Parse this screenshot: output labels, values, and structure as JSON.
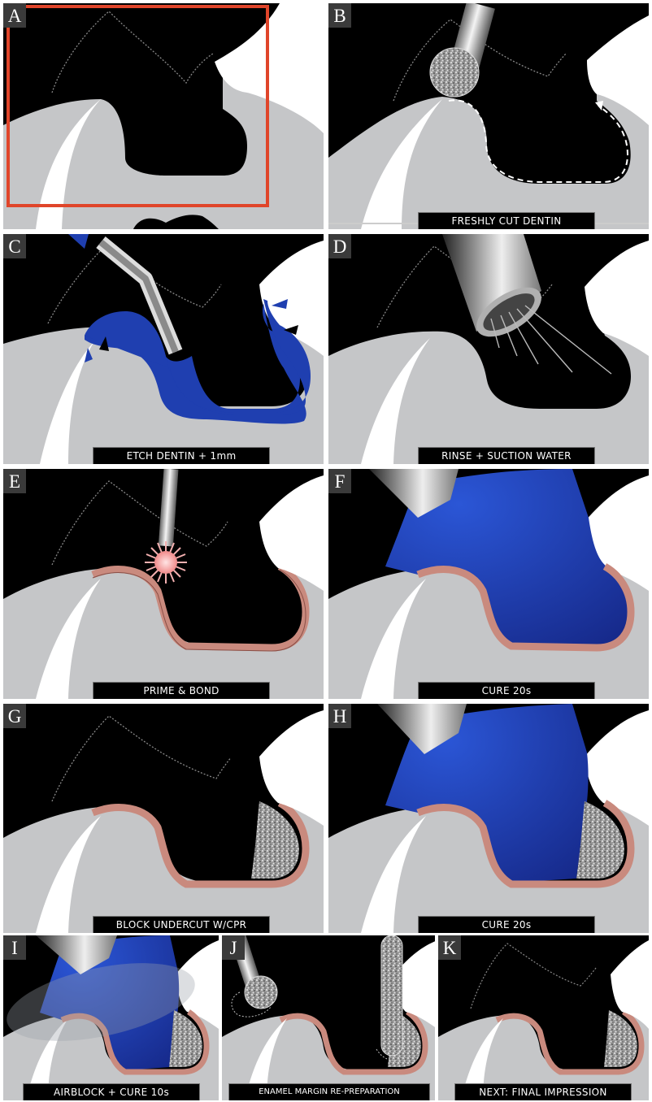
{
  "colors": {
    "tooth_gray": "#c5c6c8",
    "enamel_white": "#ffffff",
    "cavity_black": "#000000",
    "composite_blue": "#1f3fb0",
    "bond_pink": "#c98a7e",
    "highlight_red": "#e0452a"
  },
  "panels": [
    {
      "letter": "A",
      "caption": ""
    },
    {
      "letter": "B",
      "caption": "FRESHLY CUT DENTIN"
    },
    {
      "letter": "C",
      "caption": "ETCH DENTIN + 1mm"
    },
    {
      "letter": "D",
      "caption": "RINSE + SUCTION WATER"
    },
    {
      "letter": "E",
      "caption": "PRIME & BOND"
    },
    {
      "letter": "F",
      "caption": "CURE 20s"
    },
    {
      "letter": "G",
      "caption": "BLOCK UNDERCUT W/CPR"
    },
    {
      "letter": "H",
      "caption": "CURE 20s"
    },
    {
      "letter": "I",
      "caption": "AIRBLOCK + CURE 10s"
    },
    {
      "letter": "J",
      "caption": "ENAMEL MARGIN RE-PREPARATION"
    },
    {
      "letter": "K",
      "caption": "NEXT: FINAL IMPRESSION"
    }
  ]
}
